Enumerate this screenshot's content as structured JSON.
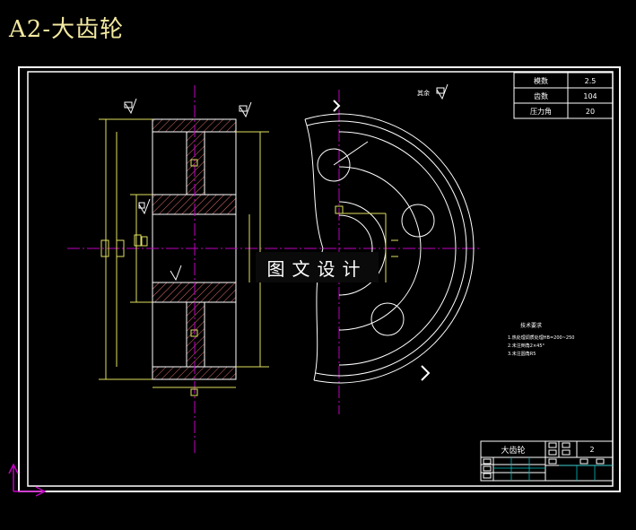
{
  "page_title": "A2-大齿轮",
  "watermark": "图文设计",
  "parameter_table": {
    "rows": [
      {
        "label": "模数",
        "value": "2.5"
      },
      {
        "label": "齿数",
        "value": "104"
      },
      {
        "label": "压力角",
        "value": "20"
      }
    ]
  },
  "roughness_note": "其余",
  "tech_requirements": {
    "title": "技术要求",
    "items": [
      "1.热处理调质处理HB=200~250",
      "2.未注倒角2×45°",
      "3.未注圆角R5"
    ]
  },
  "title_block": {
    "part_name": "大齿轮",
    "sheet": "2"
  },
  "colors": {
    "frame": "#ffffff",
    "centerline": "#c000c0",
    "dimension": "#e0e060",
    "hatch": "#e07070",
    "title": "#f3e9a0"
  }
}
